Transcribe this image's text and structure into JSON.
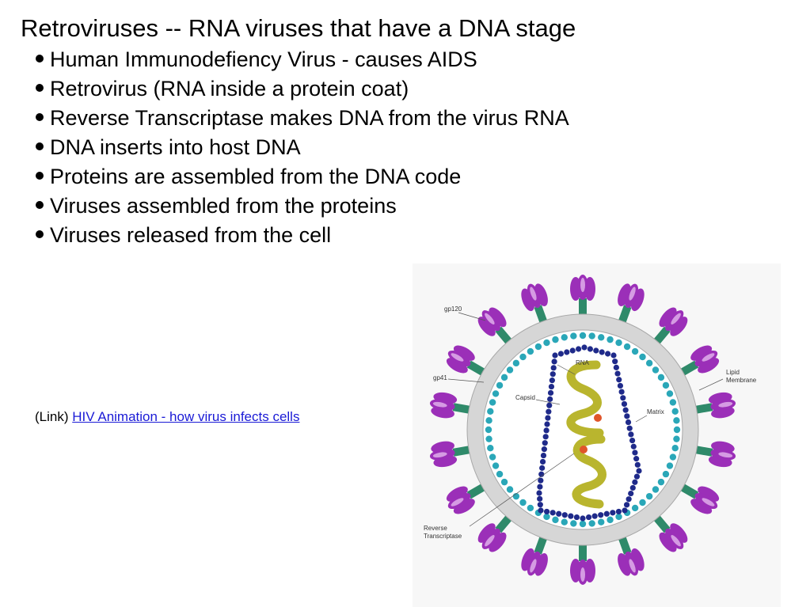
{
  "slide": {
    "title": "Retroviruses -- RNA viruses that have a DNA stage",
    "bullets": [
      "Human Immunodefiency Virus - causes AIDS",
      "Retrovirus (RNA inside a protein coat)",
      "Reverse Transcriptase makes DNA from the virus RNA",
      "DNA inserts into host DNA",
      "Proteins are assembled from the DNA code",
      "Viruses assembled from the proteins",
      "Viruses released from the cell"
    ],
    "link_prefix": "(Link) ",
    "link_text": "HIV Animation - how virus infects cells"
  },
  "diagram": {
    "labels": {
      "gp120": "gp120",
      "gp41": "gp41",
      "rna": "RNA",
      "capsid": "Capsid",
      "matrix": "Matrix",
      "lipid_line1": "Lipid",
      "lipid_line2": "Membrane",
      "rt_line1": "Reverse",
      "rt_line2": "Transcriptase"
    },
    "colors": {
      "spike": "#9b2fb8",
      "spike_light": "#d59be3",
      "stalk": "#2f8a6a",
      "membrane": "#c8c8c8",
      "matrix": "#2aa7b8",
      "capsid": "#1f2a8a",
      "rna": "#b9b52e",
      "enzyme": "#e0552a"
    }
  }
}
